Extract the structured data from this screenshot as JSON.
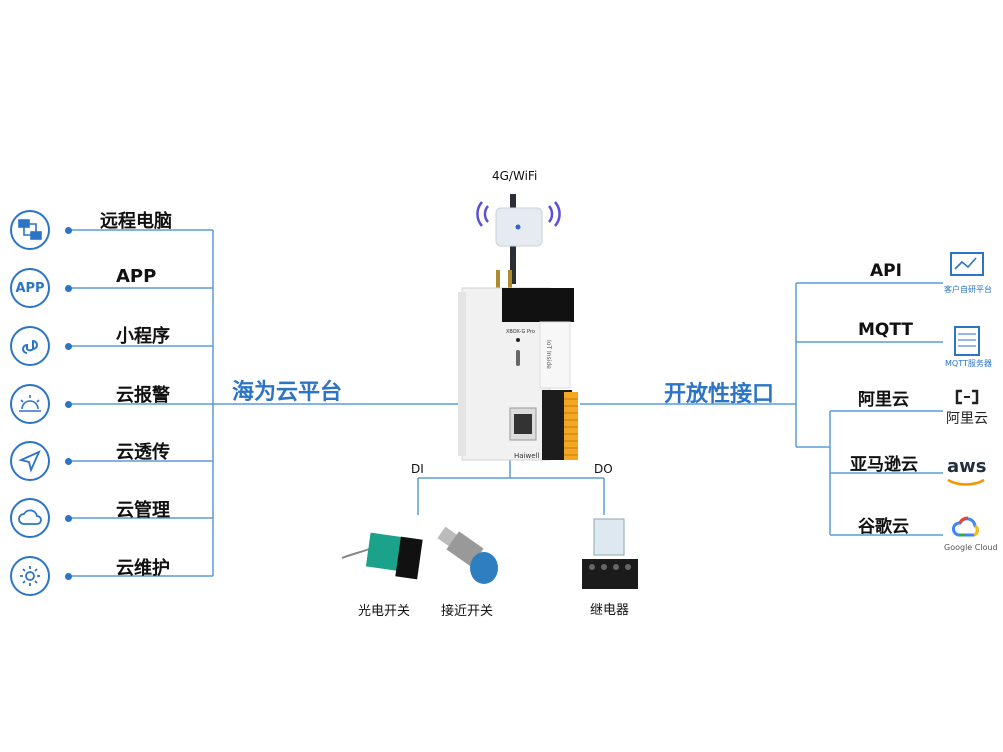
{
  "antenna_label": "4G/WiFi",
  "center_left_title": "海为云平台",
  "center_right_title": "开放性接口",
  "left_items": [
    {
      "label": "远程电脑",
      "icon": "remote-pc-icon"
    },
    {
      "label": "APP",
      "icon": "app-icon"
    },
    {
      "label": "小程序",
      "icon": "mini-program-icon"
    },
    {
      "label": "云报警",
      "icon": "alarm-icon"
    },
    {
      "label": "云透传",
      "icon": "send-icon"
    },
    {
      "label": "云管理",
      "icon": "cloud-icon"
    },
    {
      "label": "云维护",
      "icon": "gear-icon"
    }
  ],
  "app_icon_text": "APP",
  "right_items": [
    {
      "label": "API",
      "logo_caption": "客户自研平台"
    },
    {
      "label": "MQTT",
      "logo_caption": "MQTT服务器"
    },
    {
      "label": "阿里云",
      "logo_caption": "阿里云"
    },
    {
      "label": "亚马逊云",
      "logo_caption": "aws"
    },
    {
      "label": "谷歌云",
      "logo_caption": "Google Cloud"
    }
  ],
  "io": {
    "di": "DI",
    "do": "DO"
  },
  "devices": [
    {
      "label": "光电开关"
    },
    {
      "label": "接近开关"
    },
    {
      "label": "继电器"
    }
  ],
  "device_product": {
    "model": "XBOX-G Pro",
    "brand": "Haiwell",
    "side_text": "IoT Inside"
  },
  "colors": {
    "accent": "#2b74c6",
    "line": "#5b9bd5",
    "terminal": "#f5a623"
  }
}
